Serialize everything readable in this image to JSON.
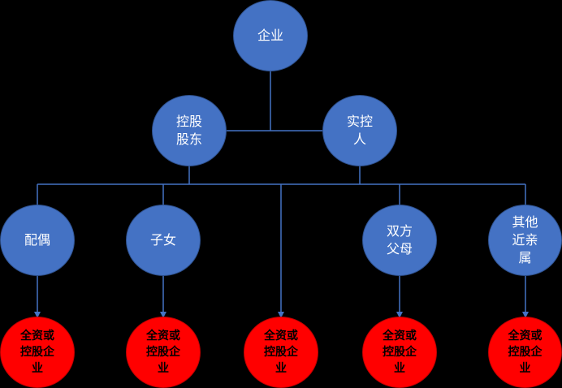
{
  "diagram": {
    "top": "企业",
    "holders": [
      "控股\n股东",
      "实控\n人"
    ],
    "relatives": [
      "配偶",
      "子女",
      "双方\n父母",
      "其他\n近亲\n属"
    ],
    "enterprise_label": "全资或\n控股企\n业",
    "colors": {
      "blue_fill": "#4472C4",
      "blue_stroke": "#2F528F",
      "red_fill": "#FF0000",
      "connector": "#4472C4",
      "background": "#000000"
    }
  }
}
